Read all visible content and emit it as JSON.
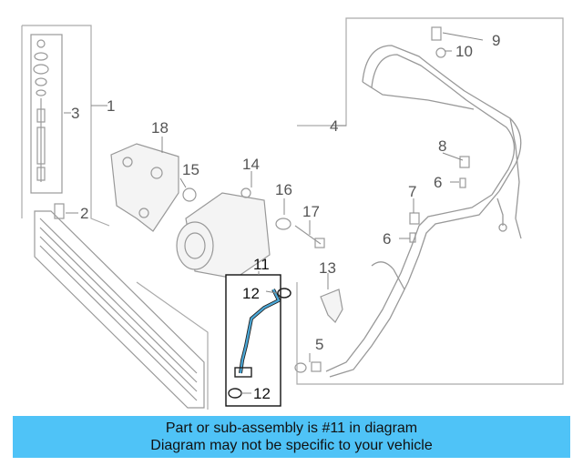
{
  "callouts": {
    "c1": "1",
    "c2": "2",
    "c3": "3",
    "c4": "4",
    "c5": "5",
    "c6a": "6",
    "c6b": "6",
    "c7": "7",
    "c8": "8",
    "c9": "9",
    "c10": "10",
    "c11": "11",
    "c12a": "12",
    "c12b": "12",
    "c13": "13",
    "c14": "14",
    "c15": "15",
    "c16": "16",
    "c17": "17",
    "c18": "18"
  },
  "banner": {
    "line1": "Part or sub-assembly is #11 in diagram",
    "line2": "Diagram may not be specific to your vehicle"
  },
  "colors": {
    "highlight_hose": "#4aa8d8",
    "banner_bg": "#4fc3f7",
    "line_art": "#8a8a8a"
  }
}
